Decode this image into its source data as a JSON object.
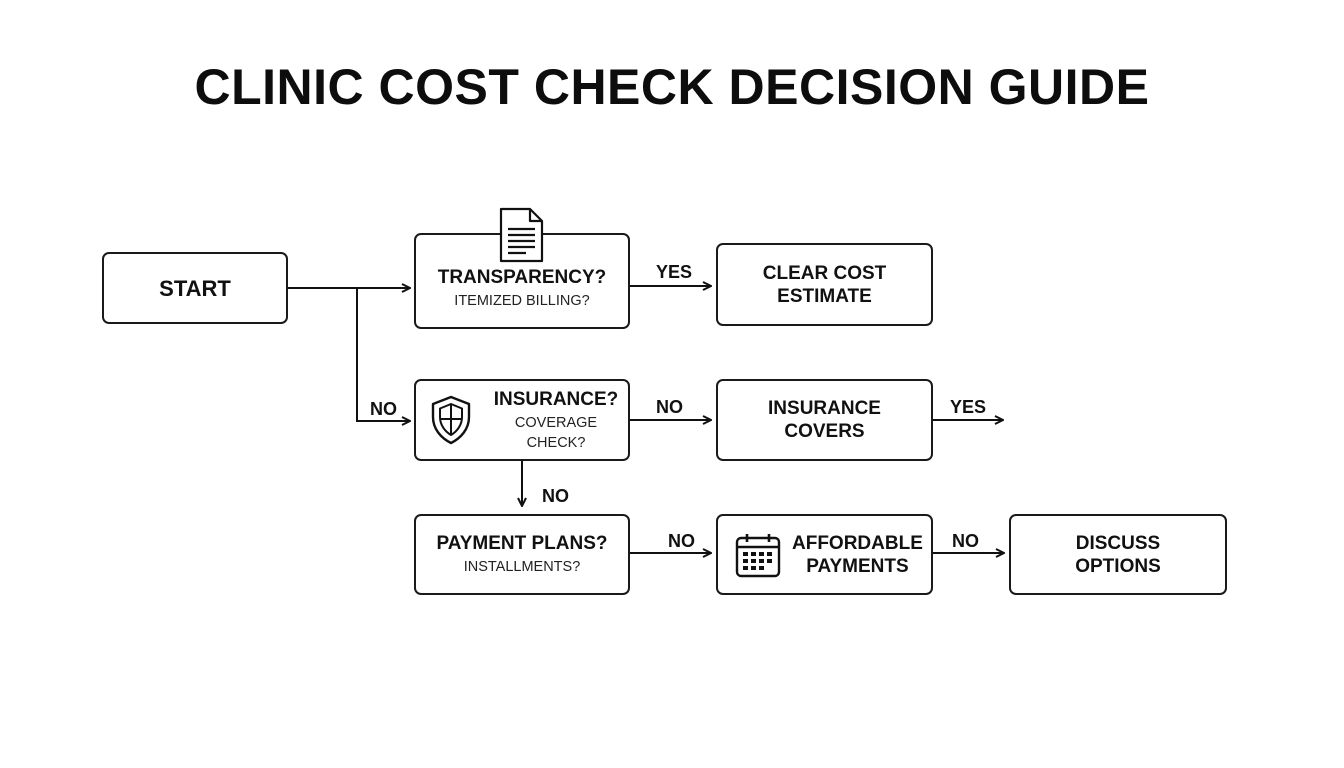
{
  "title": "CLINIC COST CHECK DECISION GUIDE",
  "nodes": {
    "start": {
      "label": "START"
    },
    "transparency": {
      "label": "TRANSPARENCY?",
      "sub": "ITEMIZED BILLING?"
    },
    "clear_cost": {
      "line1": "CLEAR COST",
      "line2": "ESTIMATE"
    },
    "insurance": {
      "label": "INSURANCE?",
      "sub": "COVERAGE CHECK?"
    },
    "insurance_covers": {
      "line1": "INSURANCE",
      "line2": "COVERS"
    },
    "payment_plans": {
      "label": "PAYMENT PLANS?",
      "sub": "INSTALLMENTS?"
    },
    "affordable": {
      "line1": "AFFORDABLE",
      "line2": "PAYMENTS"
    },
    "discuss": {
      "line1": "DISCUSS",
      "line2": "OPTIONS"
    }
  },
  "edges": {
    "transparency_yes": "YES",
    "start_no": "NO",
    "insurance_no_right": "NO",
    "insurance_covers_yes": "YES",
    "insurance_no_down": "NO",
    "payment_no": "NO",
    "affordable_no": "NO"
  },
  "icons": {
    "transparency": "document-icon",
    "insurance": "shield-icon",
    "affordable": "calendar-icon"
  }
}
